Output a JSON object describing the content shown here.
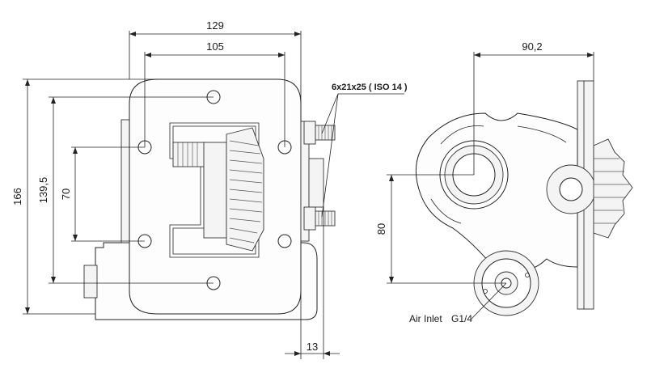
{
  "dimensions": {
    "overall_width": "129",
    "bolt_spacing_width": "105",
    "overall_height": "166",
    "bolt_spacing_height": "139,5",
    "inner_height": "70",
    "flange_thickness": "13",
    "side_offset": "90,2",
    "inlet_offset": "80"
  },
  "annotations": {
    "stud_spec": "6x21x25 ( ISO 14 )",
    "air_inlet_label": "Air Inlet",
    "air_inlet_thread": "G1/4"
  }
}
